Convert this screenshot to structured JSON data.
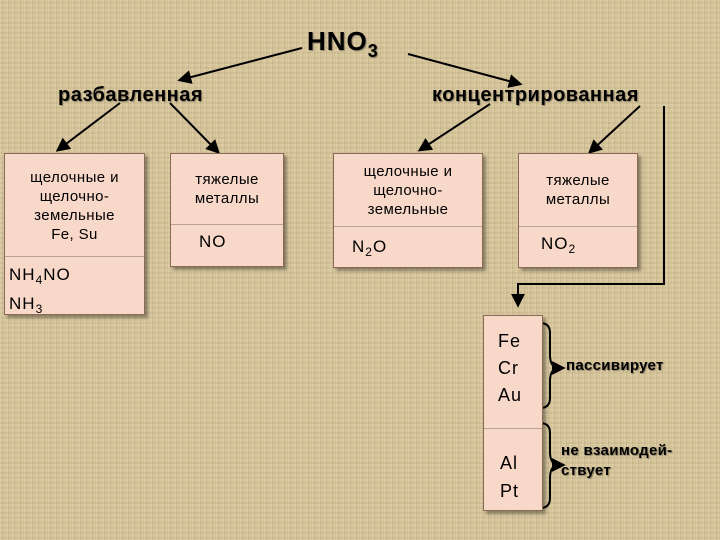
{
  "root": {
    "formula": "HNO",
    "subscript": "3"
  },
  "branches": {
    "dilute": {
      "label": "разбавленная",
      "alkaline": {
        "text": "щелочные и\nщелочно-\nземельные\nFe, Su",
        "product": {
          "l1": "NH",
          "l1_sub": "4",
          "l1_tail": "NO",
          "l2": "NH",
          "l2_sub": "3"
        }
      },
      "heavy": {
        "text": "тяжелые\nметаллы",
        "product": "NO"
      }
    },
    "concentrated": {
      "label": "концентрированная",
      "alkaline": {
        "text": "щелочные и\nщелочно-\nземельные",
        "product": {
          "pre": "N",
          "sub": "2",
          "post": "O"
        }
      },
      "heavy": {
        "text": "тяжелые\nметаллы",
        "product": {
          "pre": "NO",
          "sub": "2"
        }
      }
    }
  },
  "metals": {
    "passive": {
      "list": "Fe\nCr\nAu",
      "result": "пассивирует"
    },
    "inert": {
      "list": "Al\nPt",
      "result": "не взаимодей-\nствует"
    }
  },
  "colors": {
    "background": "#d7c59a",
    "box": "#f8d8c9",
    "line": "#000000"
  }
}
